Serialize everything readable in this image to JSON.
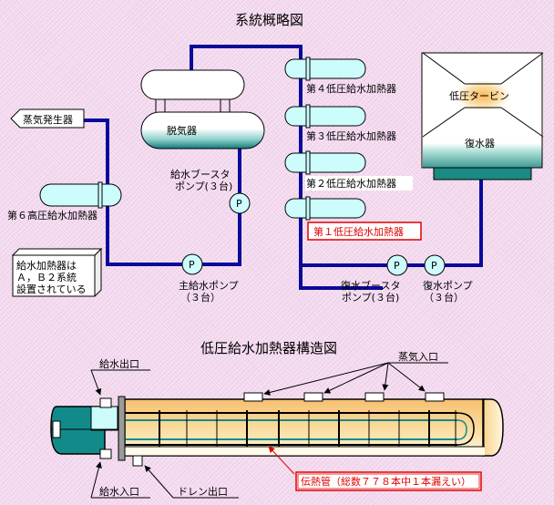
{
  "system_diagram": {
    "title": "系統概略図",
    "steam_generator": "蒸気発生器",
    "deaerator": "脱気器",
    "hp_heater_6": "第６高圧給水加熱器",
    "lp_heater_4": "第４低圧給水加熱器",
    "lp_heater_3": "第３低圧給水加熱器",
    "lp_heater_2": "第２低圧給水加熱器",
    "lp_heater_1": "第１低圧給水加熱器",
    "lp_turbine": "低圧タービン",
    "condenser": "復水器",
    "feedwater_booster_pump": [
      "給水ブースタ",
      "ポンプ(３台)"
    ],
    "main_feedwater_pump": [
      "主給水ポンプ",
      "（３台）"
    ],
    "condensate_booster_pump": [
      "復水ブースタ",
      "ポンプ(３台)"
    ],
    "condensate_pump": [
      "復水ポンプ",
      "（３台）"
    ],
    "pump_symbol": "P",
    "note": [
      "給水加熱器は",
      "Ａ，Ｂ２系統",
      "設置されている"
    ]
  },
  "structure_diagram": {
    "title": "低圧給水加熱器構造図",
    "feedwater_outlet": "給水出口",
    "feedwater_inlet": "給水入口",
    "drain_outlet": "ドレン出口",
    "steam_inlet": "蒸気入口",
    "tube_callout": "伝熱管（総数７７８本中１本漏えい）"
  },
  "colors": {
    "pipe": "#0a0a9a",
    "highlight_red": "#e00000",
    "heater_fill": "#ccfcfc",
    "teal": "#128a8a",
    "shell_orange": "#f8c878"
  }
}
